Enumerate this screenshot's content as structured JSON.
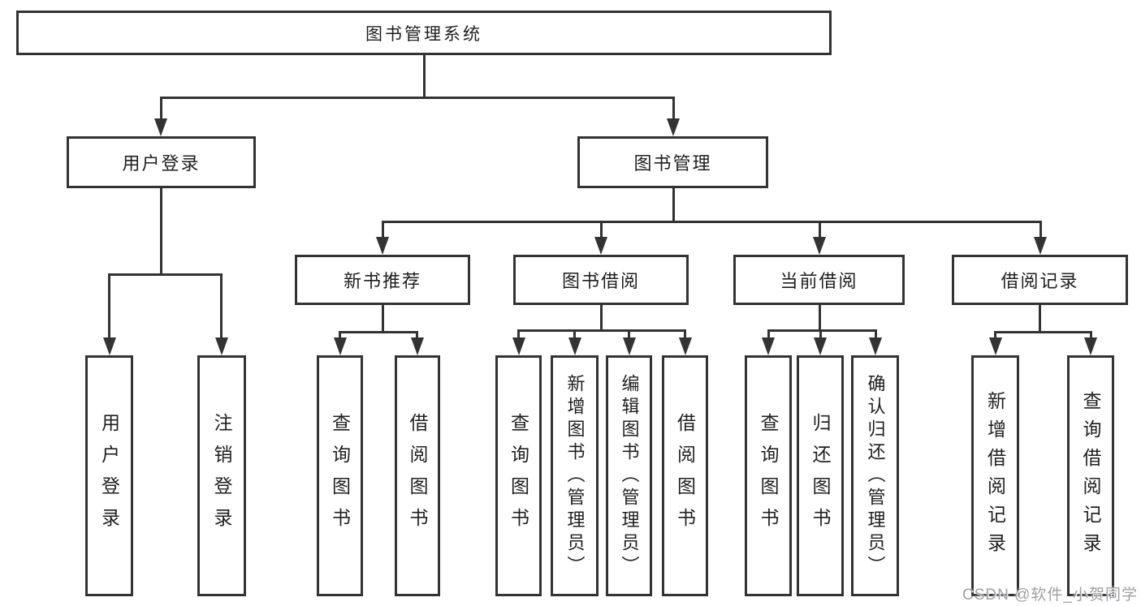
{
  "diagram_title": "图书管理系统",
  "nodes": {
    "root": "图书管理系统",
    "user_login": "用户登录",
    "book_mgmt": "图书管理",
    "new_book_rec": "新书推荐",
    "book_borrow": "图书借阅",
    "current_borrow": "当前借阅",
    "borrow_record": "借阅记录",
    "leaf_user_login": "用户登录",
    "leaf_logout": "注销登录",
    "leaf_query_book_1": "查询图书",
    "leaf_borrow_book_1": "借阅图书",
    "leaf_query_book_2": "查询图书",
    "leaf_add_book": "新增图书（管理员）",
    "leaf_edit_book": "编辑图书（管理员）",
    "leaf_borrow_book_2": "借阅图书",
    "leaf_query_book_3": "查询图书",
    "leaf_return_book": "归还图书",
    "leaf_confirm_return": "确认归还（管理员）",
    "leaf_add_record": "新增借阅记录",
    "leaf_query_record": "查询借阅记录"
  },
  "hierarchy": {
    "图书管理系统": {
      "用户登录": [
        "用户登录",
        "注销登录"
      ],
      "图书管理": {
        "新书推荐": [
          "查询图书",
          "借阅图书"
        ],
        "图书借阅": [
          "查询图书",
          "新增图书（管理员）",
          "编辑图书（管理员）",
          "借阅图书"
        ],
        "当前借阅": [
          "查询图书",
          "归还图书",
          "确认归还（管理员）"
        ],
        "借阅记录": [
          "新增借阅记录",
          "查询借阅记录"
        ]
      }
    }
  },
  "watermark": {
    "text": "CSDN @软件_小贺同学"
  },
  "colors": {
    "line": "#333333",
    "box_border": "#333333",
    "text": "#1f1f1f",
    "background": "#ffffff",
    "watermark_text": "#a0a0a3"
  }
}
